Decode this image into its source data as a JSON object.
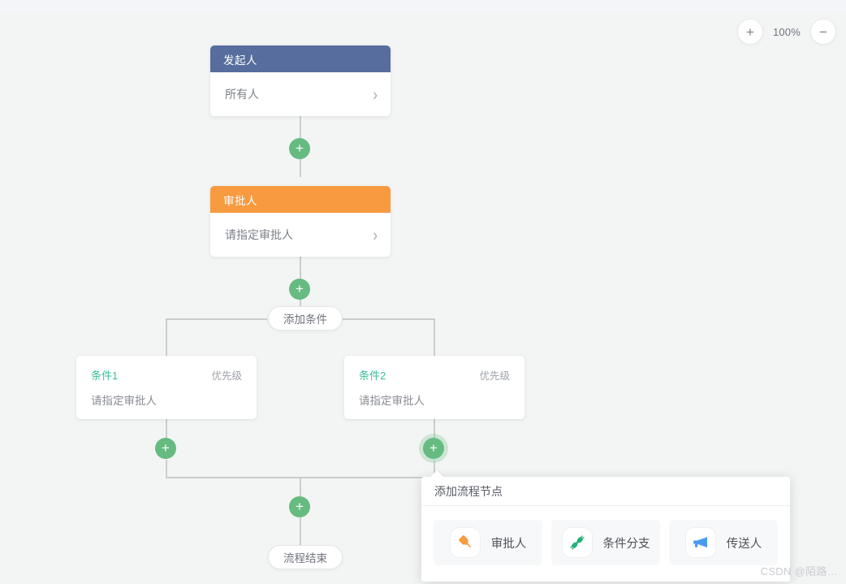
{
  "zoom_controls": {
    "zoom_in_label": "+",
    "level": "100%",
    "zoom_out_label": "−"
  },
  "flow": {
    "starter_node": {
      "header": "发起人",
      "value": "所有人",
      "chevron": "›",
      "header_color": "#576d9e"
    },
    "approver_node": {
      "header": "审批人",
      "value": "请指定审批人",
      "chevron": "›",
      "header_color": "#f89a3f"
    },
    "add_condition_button": "添加条件",
    "conditions": [
      {
        "title": "条件1",
        "priority": "优先级",
        "value": "请指定审批人"
      },
      {
        "title": "条件2",
        "priority": "优先级",
        "value": "请指定审批人"
      }
    ],
    "end_node": "流程结束",
    "add_button_label": "+",
    "accent_green": "#66bb81",
    "line_color": "#cacdcd"
  },
  "popup": {
    "title": "添加流程节点",
    "options": [
      {
        "label": "审批人",
        "icon": "pushpin-icon",
        "color": "#f89a3f"
      },
      {
        "label": "条件分支",
        "icon": "connector-icon",
        "color": "#22b27a"
      },
      {
        "label": "传送人",
        "icon": "megaphone-icon",
        "color": "#4a9bf0"
      }
    ]
  },
  "watermark": "CSDN @陌路…"
}
